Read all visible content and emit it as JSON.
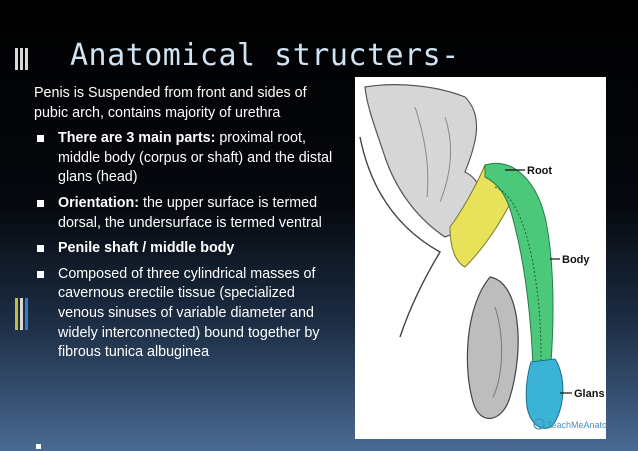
{
  "slide": {
    "title": "Anatomical structers-",
    "intro": "Penis is Suspended from front and sides of pubic arch, contains majority of urethra",
    "bullets": [
      {
        "bold": "There are 3 main parts:",
        "text": " proximal root, middle body (corpus or shaft) and the distal glans (head)"
      },
      {
        "bold": "Orientation:",
        "text": " the upper surface is termed dorsal, the undersurface is termed ventral"
      },
      {
        "bold": "Penile shaft / middle body",
        "text": ""
      },
      {
        "bold": "",
        "text": "Composed of three cylindrical masses of cavernous erectile tissue (specialized venous sinuses of variable diameter and widely interconnected) bound together by fibrous tunica albuginea"
      }
    ]
  },
  "figure": {
    "labels": {
      "root": "Root",
      "body": "Body",
      "glans": "Glans"
    },
    "watermark": "TeachMeAnatomy",
    "colors": {
      "root": "#e8e25a",
      "body": "#4cc87a",
      "glans": "#3ab3d6"
    }
  }
}
